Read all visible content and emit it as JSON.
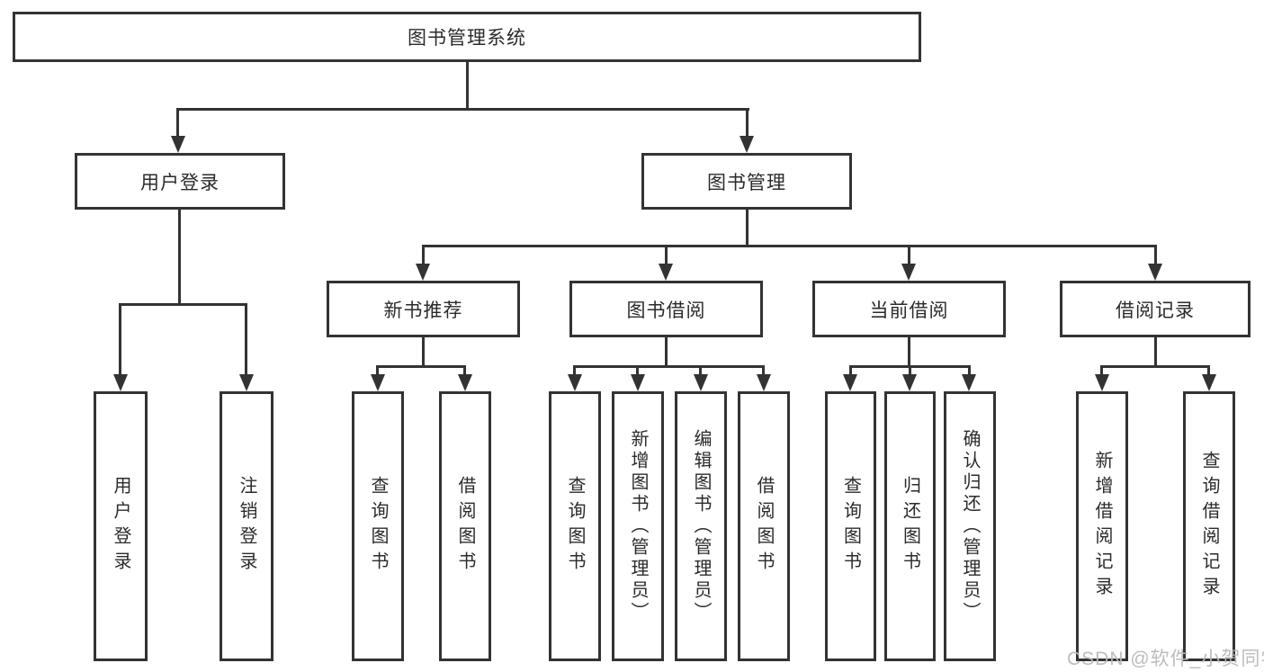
{
  "diagram": {
    "type": "function-structure-tree",
    "title": "图书管理系统"
  },
  "nodes": {
    "root": "图书管理系统",
    "user_login": "用户登录",
    "book_mgmt": "图书管理",
    "new_book_rec": "新书推荐",
    "book_borrow": "图书借阅",
    "current_borrow": "当前借阅",
    "borrow_record": "借阅记录",
    "ul_login": "用户登录",
    "ul_logout": "注销登录",
    "nbr_query": "查询图书",
    "nbr_borrow": "借阅图书",
    "bb_query": "查询图书",
    "bb_add": "新增图书（管理员）",
    "bb_edit": "编辑图书（管理员）",
    "bb_borrow": "借阅图书",
    "cb_query": "查询图书",
    "cb_return": "归还图书",
    "cb_confirm": "确认归还（管理员）",
    "br_add": "新增借阅记录",
    "br_query": "查询借阅记录"
  },
  "hierarchy": {
    "图书管理系统": [
      "用户登录",
      "图书管理"
    ],
    "用户登录": [
      "用户登录",
      "注销登录"
    ],
    "图书管理": [
      "新书推荐",
      "图书借阅",
      "当前借阅",
      "借阅记录"
    ],
    "新书推荐": [
      "查询图书",
      "借阅图书"
    ],
    "图书借阅": [
      "查询图书",
      "新增图书（管理员）",
      "编辑图书（管理员）",
      "借阅图书"
    ],
    "当前借阅": [
      "查询图书",
      "归还图书",
      "确认归还（管理员）"
    ],
    "借阅记录": [
      "新增借阅记录",
      "查询借阅记录"
    ]
  },
  "watermark": "CSDN @软件_小贺同学",
  "colors": {
    "line": "#333333",
    "box_background": "#ffffff",
    "page_background": "#ffffff",
    "watermark": "#beb6b7"
  }
}
